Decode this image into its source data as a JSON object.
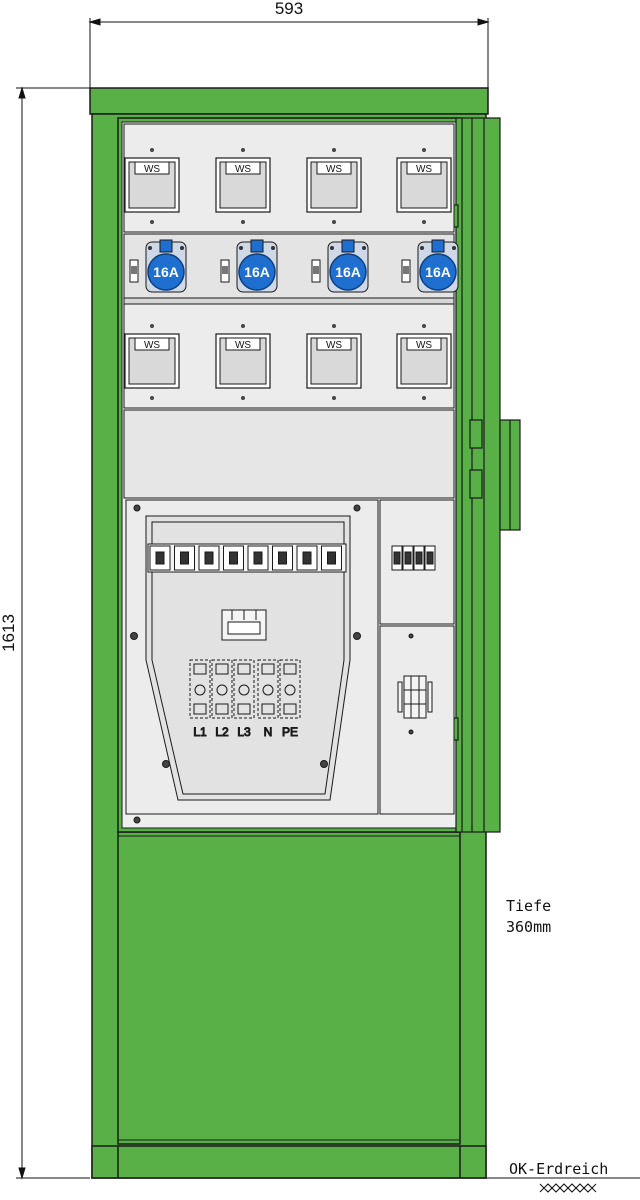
{
  "dimensions": {
    "width": "593",
    "height": "1613"
  },
  "notes": {
    "depth_line1": "Tiefe",
    "depth_line2": "360mm",
    "ground": "OK-Erdreich"
  },
  "socket_rows": [
    {
      "meters": [
        "WS",
        "WS",
        "WS",
        "WS"
      ]
    },
    {
      "sockets": [
        "16A",
        "16A",
        "16A",
        "16A"
      ]
    },
    {
      "meters": [
        "WS",
        "WS",
        "WS",
        "WS"
      ]
    }
  ],
  "terminals": [
    "L1",
    "L2",
    "L3",
    "N",
    "PE"
  ],
  "colors": {
    "cabinet_green": "#58b046",
    "socket_blue": "#1f6fd1",
    "panel_grey": "#ececec",
    "line": "#1a1a1a"
  }
}
